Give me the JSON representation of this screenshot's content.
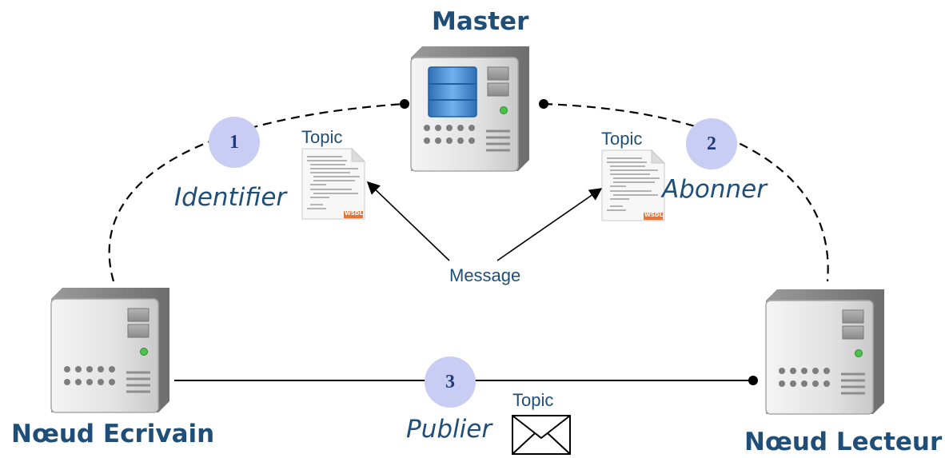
{
  "nodes": {
    "master": "Master",
    "writer": "Nœud Ecrivain",
    "reader": "Nœud Lecteur"
  },
  "steps": [
    {
      "number": "1",
      "label": "Identifier"
    },
    {
      "number": "2",
      "label": "Abonner"
    },
    {
      "number": "3",
      "label": "Publier"
    }
  ],
  "topics": {
    "left": "Topic",
    "right": "Topic",
    "bottom": "Topic"
  },
  "message_label": "Message",
  "document_badge": "WSDL",
  "icons": {
    "server": "server-icon",
    "document": "wsdl-document-icon",
    "envelope": "envelope-icon"
  },
  "colors": {
    "title": "#1f4e79",
    "step_circle": "#c9cdf3",
    "step_text": "#203a7a",
    "db_blue": "#4a90d9"
  }
}
